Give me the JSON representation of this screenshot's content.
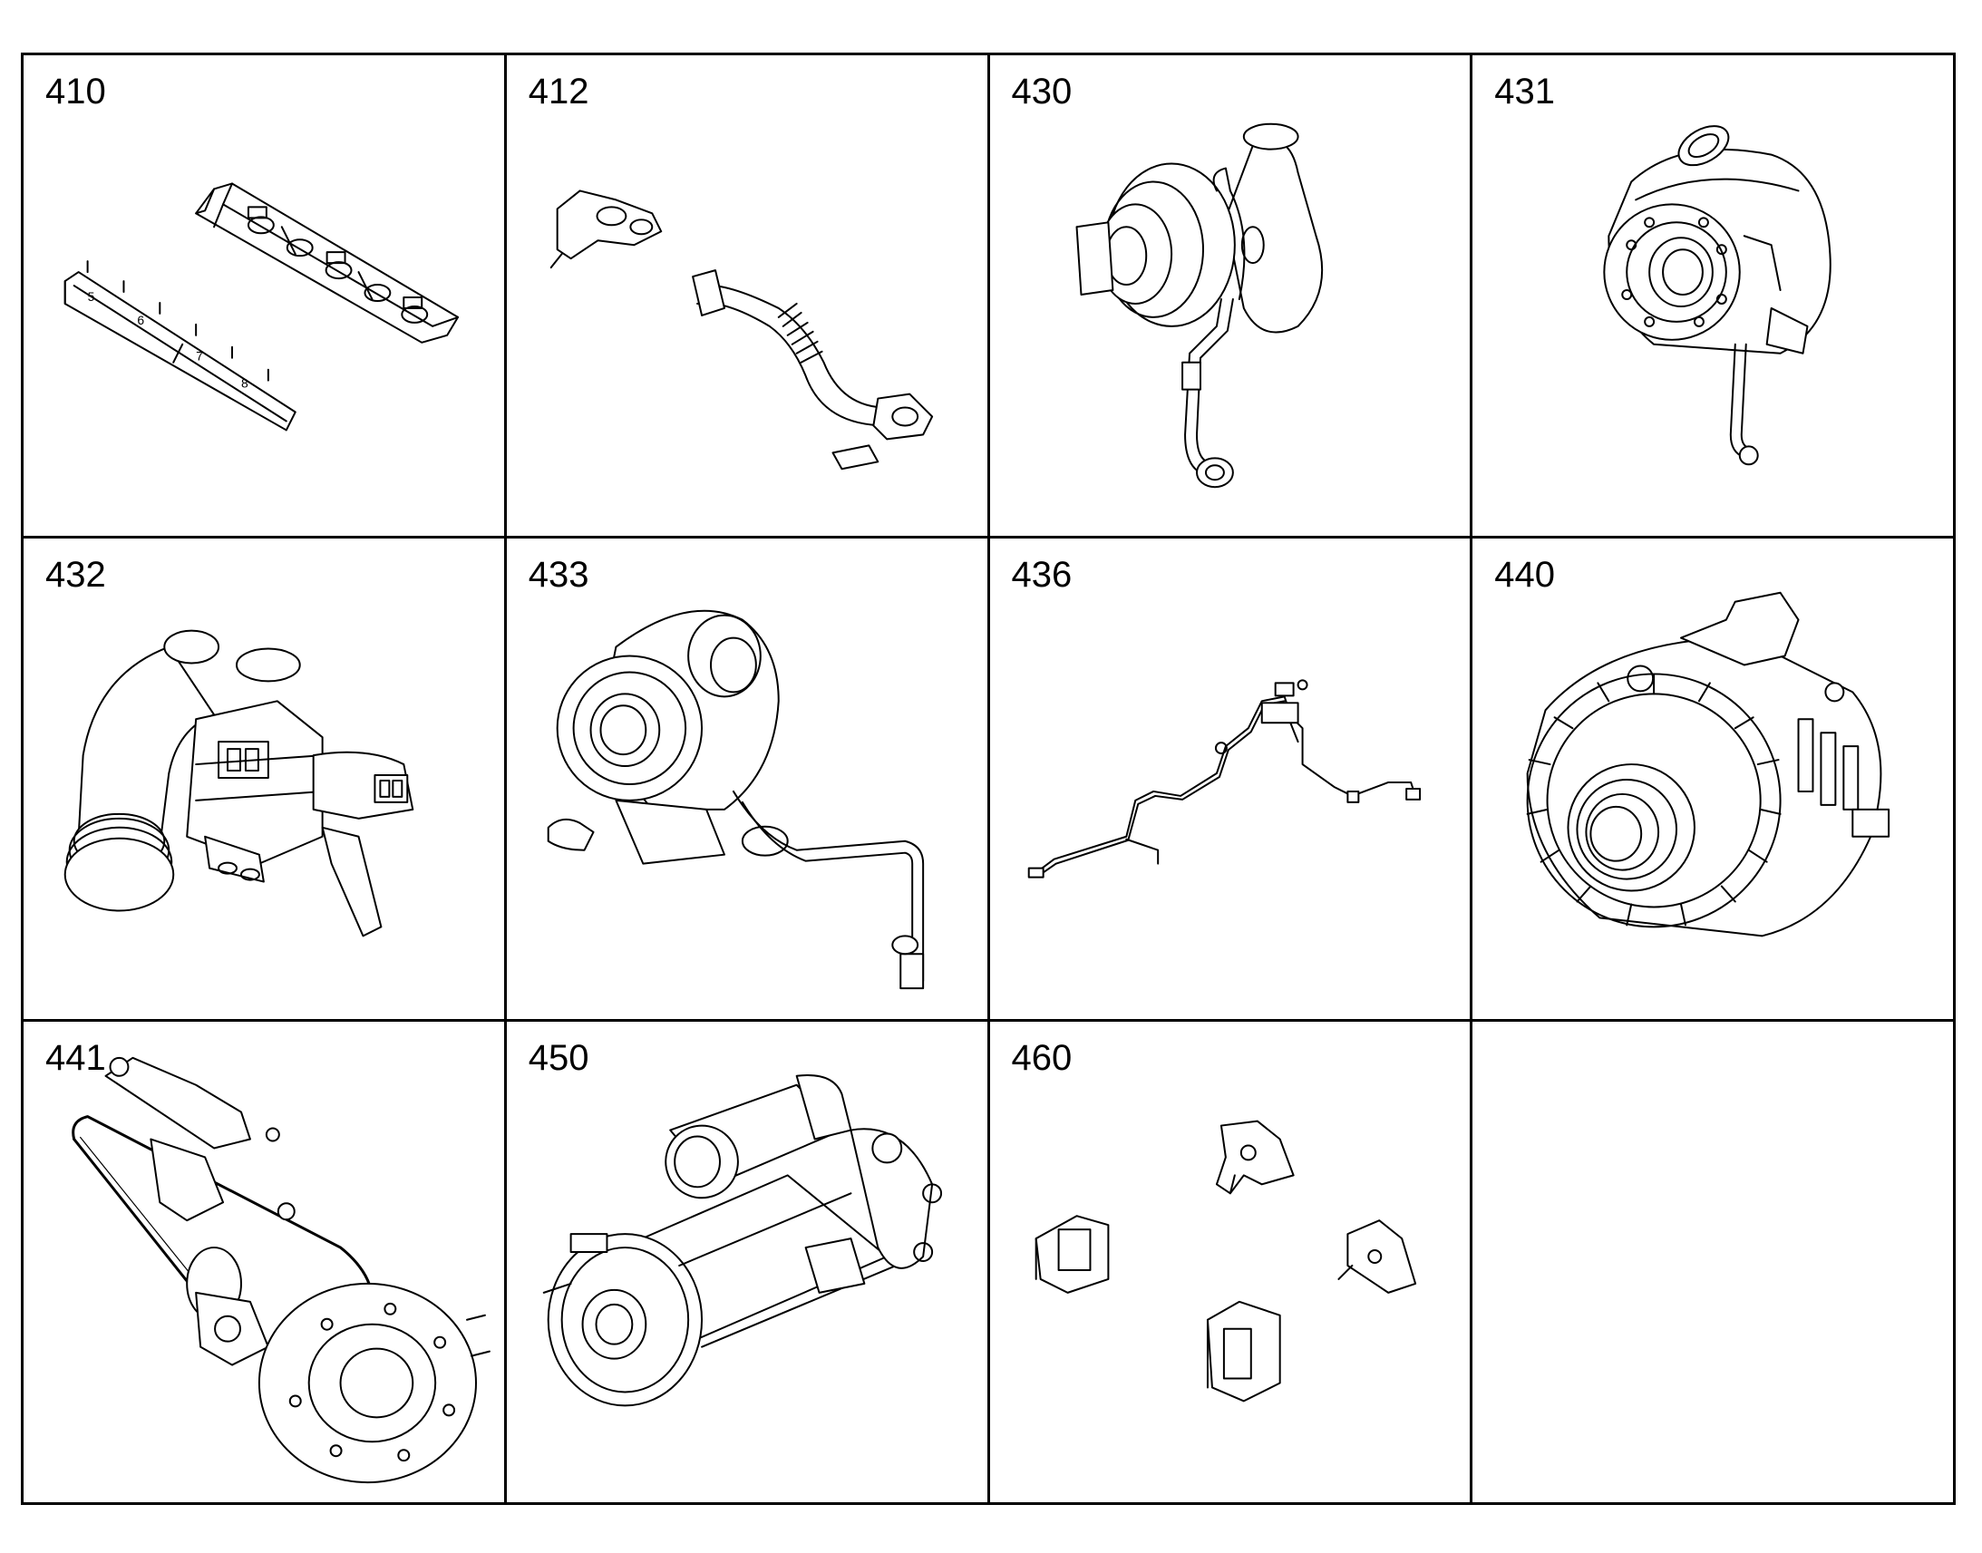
{
  "cells": [
    {
      "label": "410",
      "icon": "exhaust-manifold-icon"
    },
    {
      "label": "412",
      "icon": "exhaust-pipe-icon"
    },
    {
      "label": "430",
      "icon": "turbocharger-icon"
    },
    {
      "label": "431",
      "icon": "turbocharger-icon"
    },
    {
      "label": "432",
      "icon": "turbocharger-assembly-icon"
    },
    {
      "label": "433",
      "icon": "turbocharger-icon"
    },
    {
      "label": "436",
      "icon": "wiring-harness-icon"
    },
    {
      "label": "440",
      "icon": "alternator-icon"
    },
    {
      "label": "441",
      "icon": "belt-drive-icon"
    },
    {
      "label": "450",
      "icon": "starter-motor-icon"
    },
    {
      "label": "460",
      "icon": "mounting-brackets-icon"
    },
    {
      "label": "",
      "icon": ""
    }
  ]
}
